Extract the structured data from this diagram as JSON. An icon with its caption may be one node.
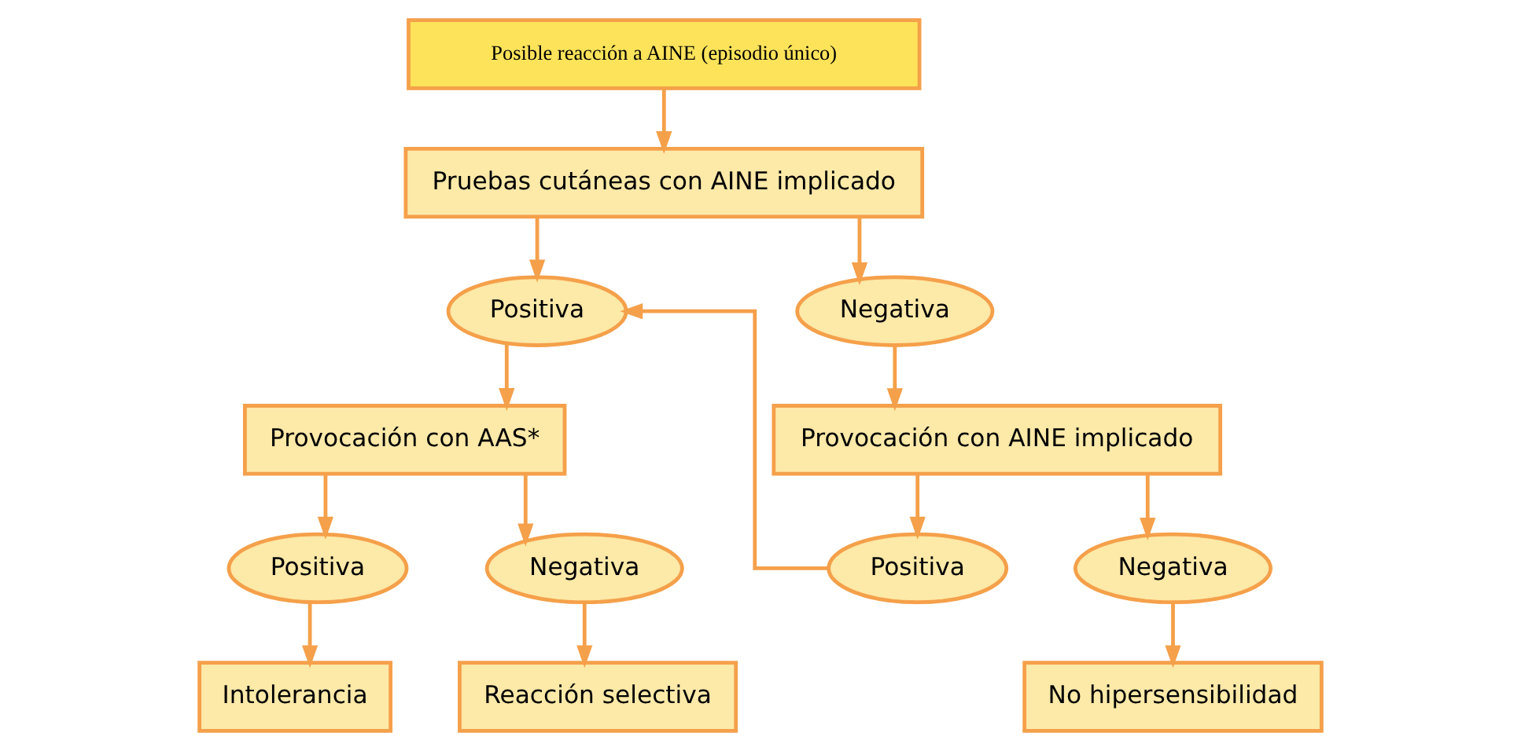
{
  "diagram": {
    "nodes": [
      {
        "text": [
          "Posible reacción a AINE (episodio único)"
        ]
      },
      {
        "text": [
          "Pruebas cutáneas con AINE implicado"
        ]
      },
      {
        "text": [
          "Positiva"
        ]
      },
      {
        "text": [
          "Negativa"
        ]
      },
      {
        "text": [
          "Provocación con AAS*"
        ]
      },
      {
        "text": [
          "Provocación con AINE implicado"
        ]
      },
      {
        "text": [
          "Positiva"
        ]
      },
      {
        "text": [
          "Negativa"
        ]
      },
      {
        "text": [
          "Positiva"
        ]
      },
      {
        "text": [
          "Negativa"
        ]
      },
      {
        "text": [
          "Intolerancia"
        ]
      },
      {
        "text": [
          "Reacción selectiva"
        ]
      },
      {
        "text": [
          "No hipersensibilidad"
        ]
      }
    ],
    "edges": [
      {
        "from": 0,
        "to": 1,
        "arrow": "to"
      },
      {
        "from": 1,
        "to": 2,
        "arrow": "to"
      },
      {
        "from": 1,
        "to": 3,
        "arrow": "to"
      },
      {
        "from": 2,
        "to": 4,
        "arrow": "to"
      },
      {
        "from": 3,
        "to": 5,
        "arrow": "to"
      },
      {
        "from": 4,
        "to": 6,
        "arrow": "to"
      },
      {
        "from": 4,
        "to": 7,
        "arrow": "to"
      },
      {
        "from": 5,
        "to": 8,
        "arrow": "to"
      },
      {
        "from": 5,
        "to": 9,
        "arrow": "to"
      },
      {
        "from": 8,
        "to": 2,
        "arrow": "to"
      },
      {
        "from": 6,
        "to": 10,
        "arrow": "to"
      },
      {
        "from": 7,
        "to": 11,
        "arrow": "to"
      },
      {
        "from": 9,
        "to": 12,
        "arrow": "to"
      }
    ]
  }
}
